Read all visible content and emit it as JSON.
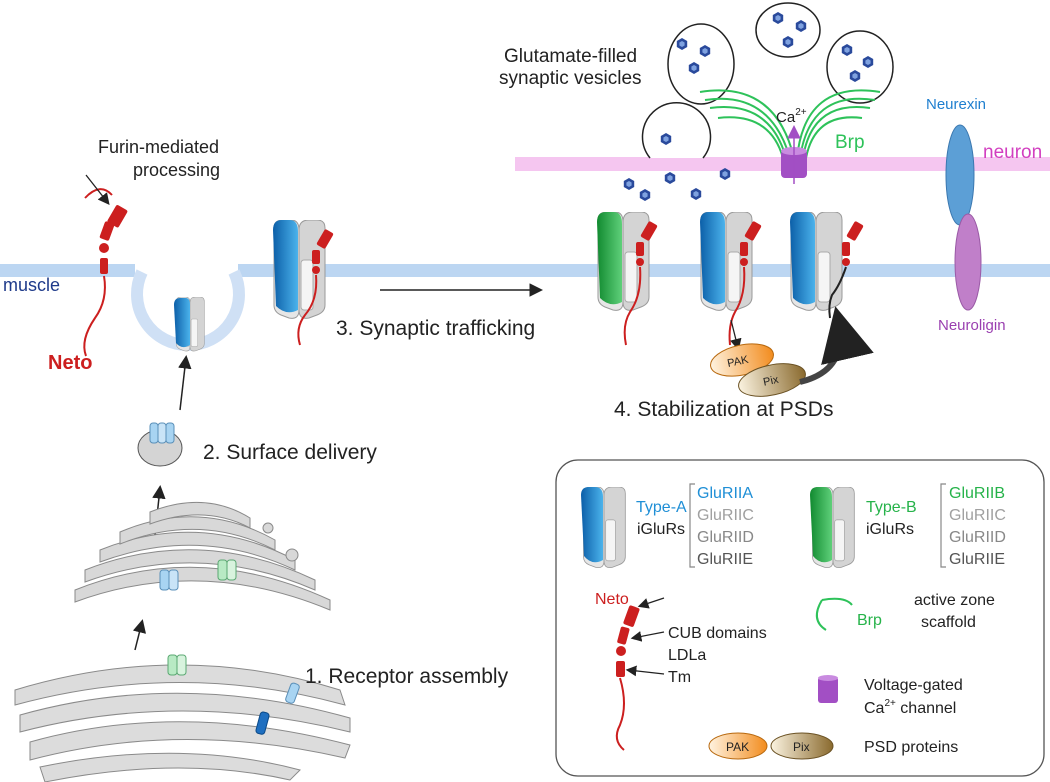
{
  "labels": {
    "vesicles_line1": "Glutamate-filled",
    "vesicles_line2": "synaptic vesicles",
    "furin_line1": "Furin-mediated",
    "furin_line2": "processing",
    "muscle": "muscle",
    "neuron": "neuron",
    "neto": "Neto",
    "neurexin": "Neurexin",
    "neuroligin": "Neuroligin",
    "brp": "Brp",
    "ca": "Ca",
    "ca_sup": "2+",
    "pak": "PAK",
    "pix": "Pix"
  },
  "steps": {
    "step1": "1. Receptor assembly",
    "step2": "2. Surface delivery",
    "step3": "3. Synaptic trafficking",
    "step4": "4. Stabilization at PSDs"
  },
  "legend": {
    "type_a": {
      "name": "Type-A",
      "kind": "iGluRs",
      "subunits": [
        "GluRIIA",
        "GluRIIC",
        "GluRIID",
        "GluRIIE"
      ]
    },
    "type_b": {
      "name": "Type-B",
      "kind": "iGluRs",
      "subunits": [
        "GluRIIB",
        "GluRIIC",
        "GluRIID",
        "GluRIIE"
      ]
    },
    "neto": {
      "title": "Neto",
      "domains": [
        "CUB domains",
        "LDLa",
        "Tm"
      ]
    },
    "brp": {
      "name": "Brp",
      "desc_line1": "active zone",
      "desc_line2": "scaffold"
    },
    "channel": {
      "line1": "Voltage-gated",
      "line2_pre": "Ca",
      "line2_sup": "2+",
      "line2_post": " channel"
    },
    "psd": {
      "pak": "PAK",
      "pix": "Pix",
      "label": "PSD proteins"
    }
  },
  "colors": {
    "type_a": "#1f8fd6",
    "type_b": "#26b34a",
    "neto": "#cc1f1f",
    "brp": "#2ec25a",
    "neuron_membrane": "#f5c6f0",
    "muscle_membrane": "#bcd6f2",
    "neurexin": "#5c9fd6",
    "neuroligin": "#c07fc9",
    "channel": "#a24fc4",
    "pak": "#f28c1e",
    "pix": "#9b7a3e",
    "vesicle_glutamate": "#2a4a9c"
  }
}
